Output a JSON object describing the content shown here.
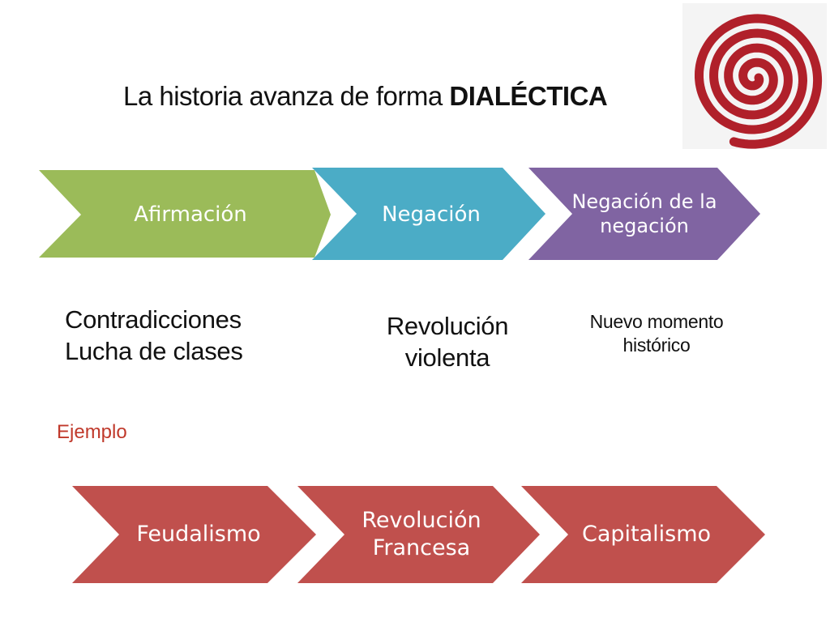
{
  "title": {
    "prefix": "La historia avanza de forma ",
    "emphasis": "DIALÉCTICA"
  },
  "process": {
    "steps": [
      {
        "label": "Afirmación",
        "color": "#9bbb59"
      },
      {
        "label": "Negación",
        "color": "#4bacc6"
      },
      {
        "label": "Negación de la negación",
        "color": "#8064a2"
      }
    ]
  },
  "notes": {
    "left": [
      "Contradicciones",
      "Lucha de clases"
    ],
    "middle": [
      "Revolución",
      "violenta"
    ],
    "right": [
      "Nuevo momento",
      "histórico"
    ]
  },
  "example": {
    "label": "Ejemplo",
    "steps": [
      {
        "label": "Feudalismo"
      },
      {
        "label": "Revolución Francesa"
      },
      {
        "label": "Capitalismo"
      }
    ],
    "color": "#c0504d"
  },
  "spiral": {
    "color": "#b0202a"
  }
}
